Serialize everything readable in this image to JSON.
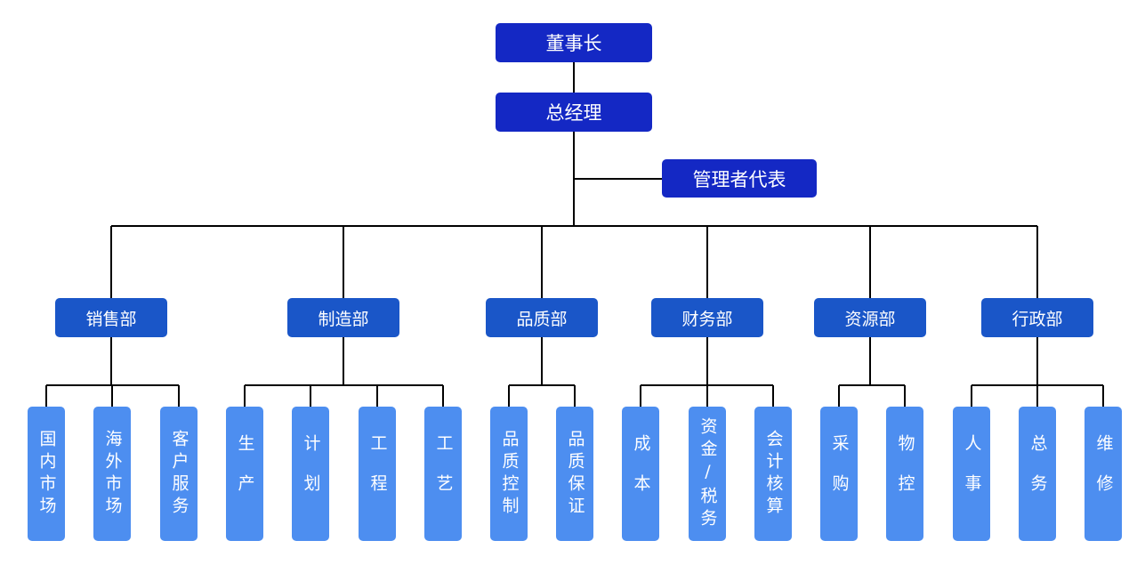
{
  "colors": {
    "top": "#1428c4",
    "department": "#1a56c8",
    "unit": "#4d8ef0",
    "line": "#000000"
  },
  "chairman": "董事长",
  "general_manager": "总经理",
  "management_rep": "管理者代表",
  "departments": [
    {
      "name": "销售部",
      "units": [
        "国内市场",
        "海外市场",
        "客户服务"
      ]
    },
    {
      "name": "制造部",
      "units": [
        "生产",
        "计划",
        "工程",
        "工艺"
      ]
    },
    {
      "name": "品质部",
      "units": [
        "品质控制",
        "品质保证"
      ]
    },
    {
      "name": "财务部",
      "units": [
        "成本",
        "资金/税务",
        "会计核算"
      ]
    },
    {
      "name": "资源部",
      "units": [
        "采购",
        "物控"
      ]
    },
    {
      "name": "行政部",
      "units": [
        "人事",
        "总务",
        "维修"
      ]
    }
  ]
}
